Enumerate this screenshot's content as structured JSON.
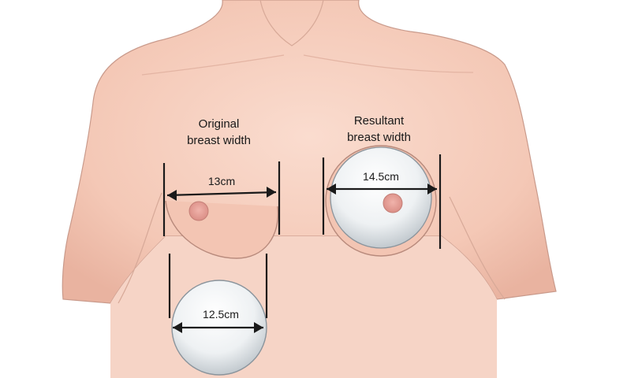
{
  "labels": {
    "original_line1": "Original",
    "original_line2": "breast width",
    "resultant_line1": "Resultant",
    "resultant_line2": "breast width"
  },
  "measurements": {
    "original_width": "13cm",
    "resultant_width": "14.5cm",
    "implant_width": "12.5cm"
  },
  "colors": {
    "skin": "#f6cfc0",
    "skin_shadow": "#e9b6a4",
    "outline": "#b88a7c",
    "implant_fill": "#eef1f3",
    "implant_edge": "#8a949c",
    "nipple": "#e8a39a",
    "marker": "#1a1a1a"
  }
}
